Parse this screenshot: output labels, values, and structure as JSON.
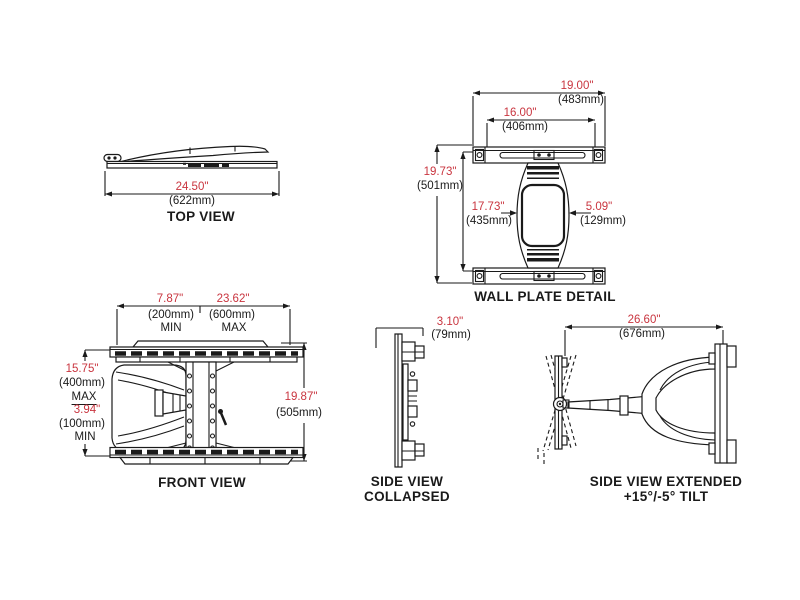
{
  "colors": {
    "accent_red": "#c9353f",
    "line": "#1a1a1a",
    "background": "#ffffff"
  },
  "views": {
    "top": {
      "title": "TOP VIEW",
      "dimWidth": {
        "inches": "24.50\"",
        "mm": "(622mm)"
      }
    },
    "wallPlate": {
      "title": "WALL PLATE DETAIL",
      "dimOuterWidth": {
        "inches": "19.00\"",
        "mm": "(483mm)"
      },
      "dimHoleWidth": {
        "inches": "16.00\"",
        "mm": "(406mm)"
      },
      "dimOuterHeight": {
        "inches": "19.73\"",
        "mm": "(501mm)"
      },
      "dimHoleHeight": {
        "inches": "17.73\"",
        "mm": "(435mm)"
      },
      "dimColumnWidth": {
        "inches": "5.09\"",
        "mm": "(129mm)"
      }
    },
    "front": {
      "title": "FRONT VIEW",
      "dimStudMin": {
        "inches": "7.87\"",
        "mm": "(200mm)",
        "qualifier": "MIN"
      },
      "dimStudMax": {
        "inches": "23.62\"",
        "mm": "(600mm)",
        "qualifier": "MAX"
      },
      "dimVesaMax": {
        "inches": "15.75\"",
        "mm": "(400mm)",
        "qualifier": "MAX"
      },
      "dimVesaMin": {
        "inches": "3.94\"",
        "mm": "(100mm)",
        "qualifier": "MIN"
      },
      "dimHeight": {
        "inches": "19.87\"",
        "mm": "(505mm)"
      }
    },
    "sideCollapsed": {
      "title_line1": "SIDE VIEW",
      "title_line2": "COLLAPSED",
      "dimDepth": {
        "inches": "3.10\"",
        "mm": "(79mm)"
      }
    },
    "sideExtended": {
      "title_line1": "SIDE VIEW EXTENDED",
      "title_line2": "+15°/-5° TILT",
      "dimExtension": {
        "inches": "26.60\"",
        "mm": "(676mm)"
      }
    }
  }
}
